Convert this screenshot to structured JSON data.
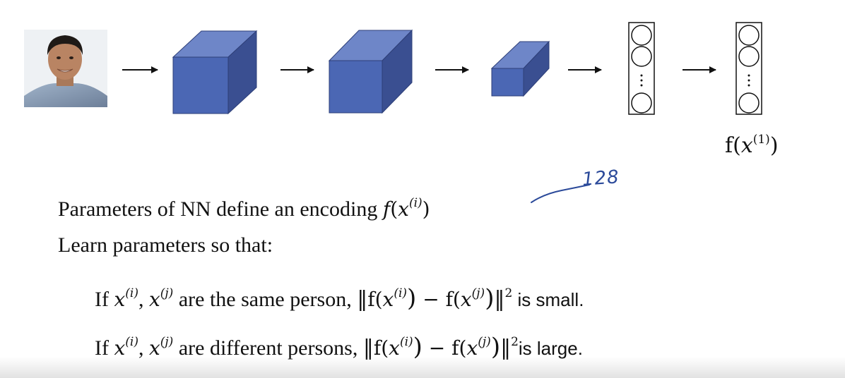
{
  "colors": {
    "cube_front": "#4b67b4",
    "cube_top": "#6e86c8",
    "cube_side": "#3a4f91",
    "handwriting": "#2b4a9a",
    "text": "#111111"
  },
  "diagram": {
    "input_image": "face-photo",
    "output_label": {
      "prefix": "f(",
      "var": "x",
      "sup": "(1)",
      "suffix": ")"
    }
  },
  "annotation": {
    "handwritten": "128"
  },
  "lines": {
    "line1": {
      "text": "Parameters of NN define an encoding ",
      "f": "f",
      "open": "(",
      "var": "x",
      "sup": "(i)",
      "close": ")"
    },
    "line2": {
      "text": "Learn parameters so that:"
    },
    "line3": {
      "if": "If ",
      "var1": "x",
      "sup1": "(i)",
      "comma": ", ",
      "var2": "x",
      "sup2": "(j)",
      "middle": " are the same person, ",
      "norm_open": "‖",
      "f1": "f(",
      "x1": "x",
      "s1": "(i)",
      "c1": ")",
      "minus": " − ",
      "f2": "f(",
      "x2": "x",
      "s2": "(j)",
      "c2": ")",
      "norm_close": "‖",
      "power": "2",
      "tail": " is small."
    },
    "line4": {
      "if": "If ",
      "var1": "x",
      "sup1": "(i)",
      "comma": ", ",
      "var2": "x",
      "sup2": "(j)",
      "middle": " are different persons, ",
      "norm_open": "‖",
      "f1": "f(",
      "x1": "x",
      "s1": "(i)",
      "c1": ")",
      "minus": " − ",
      "f2": "f(",
      "x2": "x",
      "s2": "(j)",
      "c2": ")",
      "norm_close": "‖",
      "power": "2",
      "tail": "is large."
    }
  }
}
